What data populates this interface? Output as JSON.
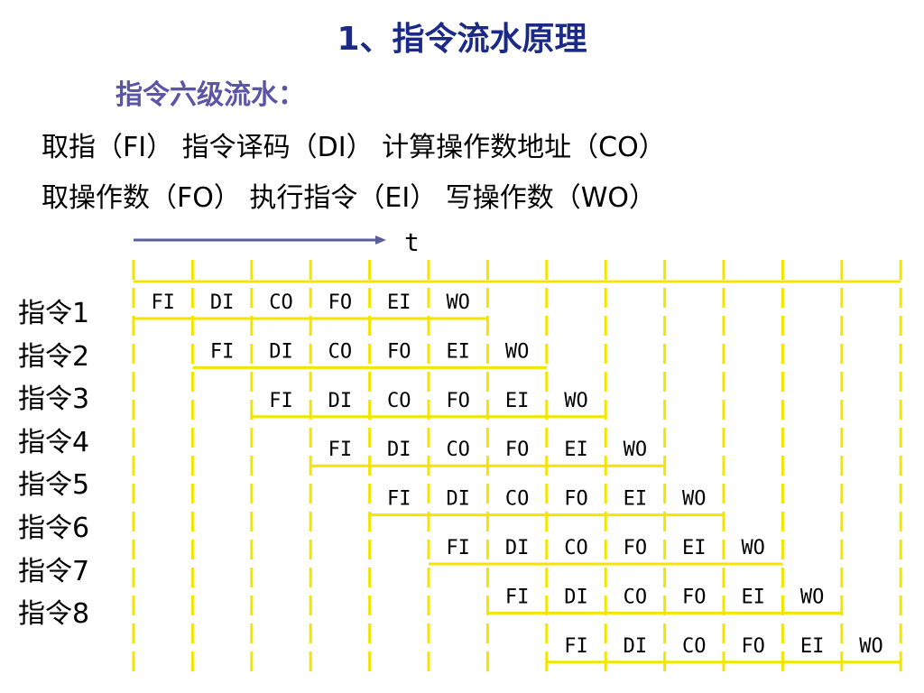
{
  "title": "1、指令流水原理",
  "subtitle": "指令六级流水：",
  "stages_line_1": "取指（FI） 指令译码（DI） 计算操作数地址（CO）",
  "stages_line_2": "取操作数（FO） 执行指令（EI） 写操作数（WO）",
  "time_label": "t",
  "stage_codes": [
    "FI",
    "DI",
    "CO",
    "FO",
    "EI",
    "WO"
  ],
  "instructions": [
    "指令1",
    "指令2",
    "指令3",
    "指令4",
    "指令5",
    "指令6",
    "指令7",
    "指令8"
  ],
  "time_slots": 13,
  "colors": {
    "grid": "#f2e600",
    "arrow": "#5a5e9c",
    "title": "#1a2a86",
    "subtitle": "#5b55a8"
  }
}
